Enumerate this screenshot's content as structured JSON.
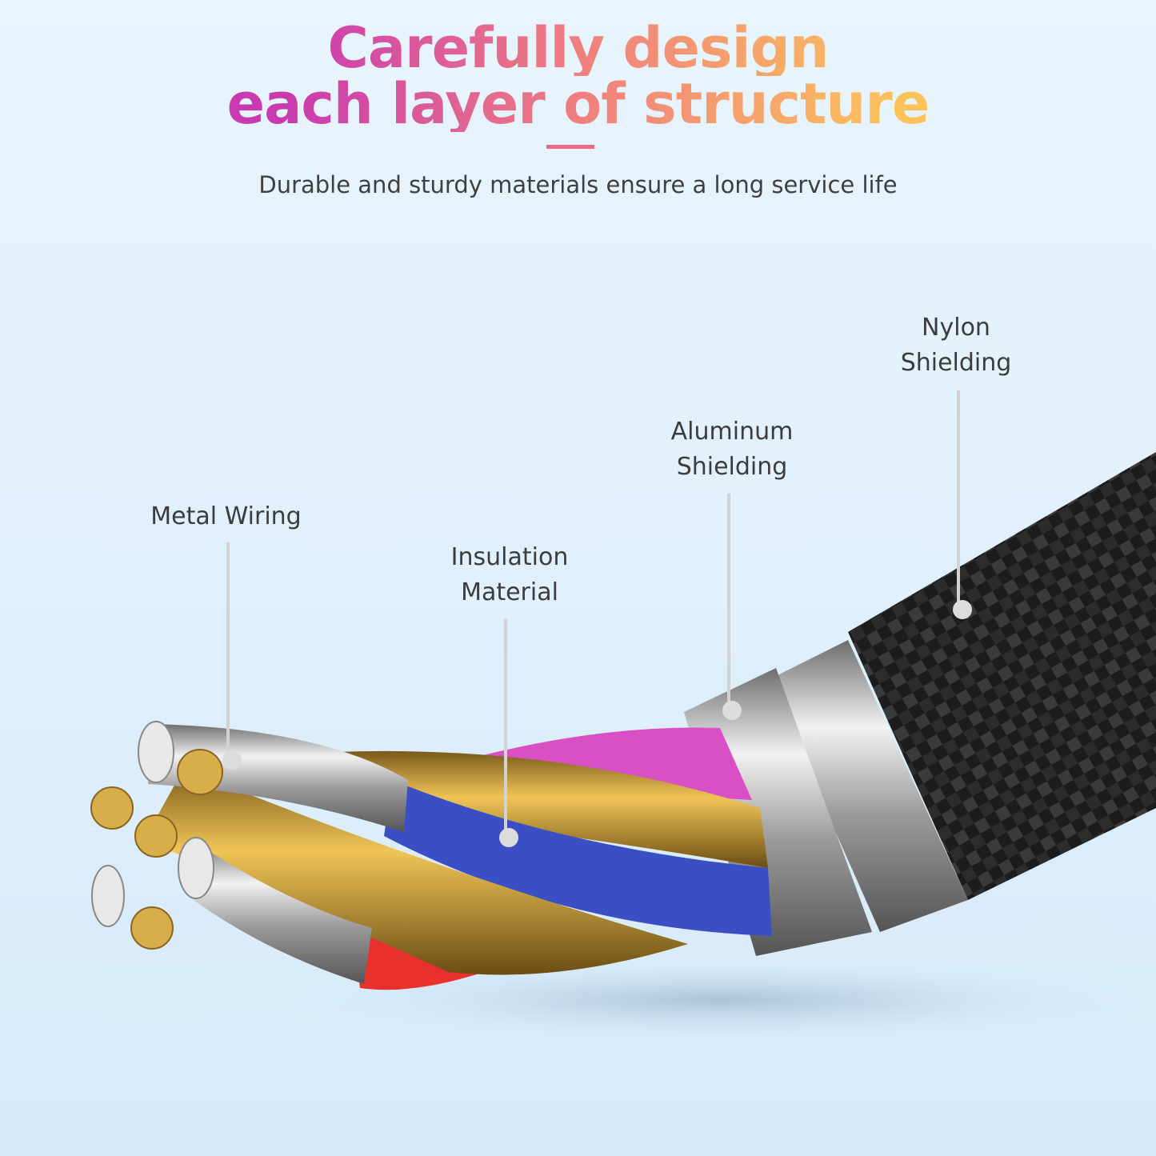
{
  "header": {
    "title_line1": "Carefully design",
    "title_line2": "each layer of structure",
    "subtitle": "Durable and sturdy materials ensure a long service life"
  },
  "labels": {
    "nylon": "Nylon\nShielding",
    "aluminum": "Aluminum\nShielding",
    "metal": "Metal Wiring",
    "insulation": "Insulation\nMaterial"
  },
  "colors": {
    "accent_pink": "#c93ab0",
    "accent_orange": "#fcc35a",
    "wire_blue": "#3b4fc4",
    "wire_pink": "#d94fc4",
    "wire_red": "#e8302c",
    "braid": "#1e1e1e"
  }
}
